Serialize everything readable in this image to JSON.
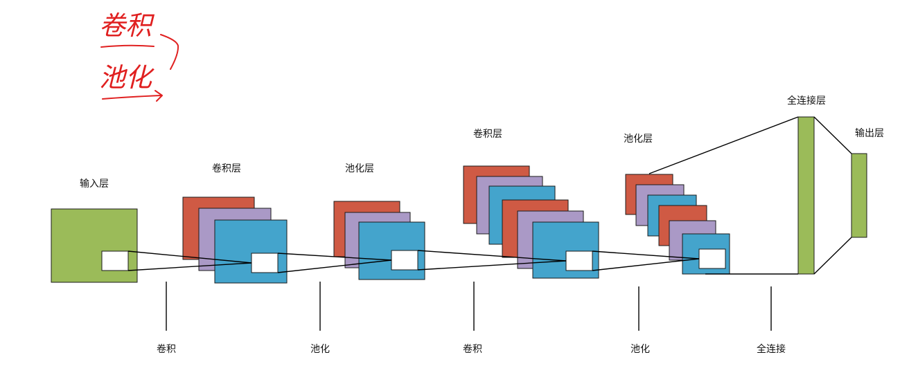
{
  "colors": {
    "input_green": "#9bbb59",
    "red": "#cf5a44",
    "purple": "#aa99c6",
    "blue": "#44a4cc",
    "window": "#ffffff",
    "handwriting": "#e02020"
  },
  "handwritten_notes": {
    "line1": "卷积",
    "line2": "池化"
  },
  "layers": {
    "input": "输入层",
    "conv1": "卷积层",
    "pool1": "池化层",
    "conv2": "卷积层",
    "pool2": "池化层",
    "fc": "全连接层",
    "output": "输出层"
  },
  "operations": {
    "op1": "卷积",
    "op2": "池化",
    "op3": "卷积",
    "op4": "池化",
    "op5": "全连接"
  }
}
